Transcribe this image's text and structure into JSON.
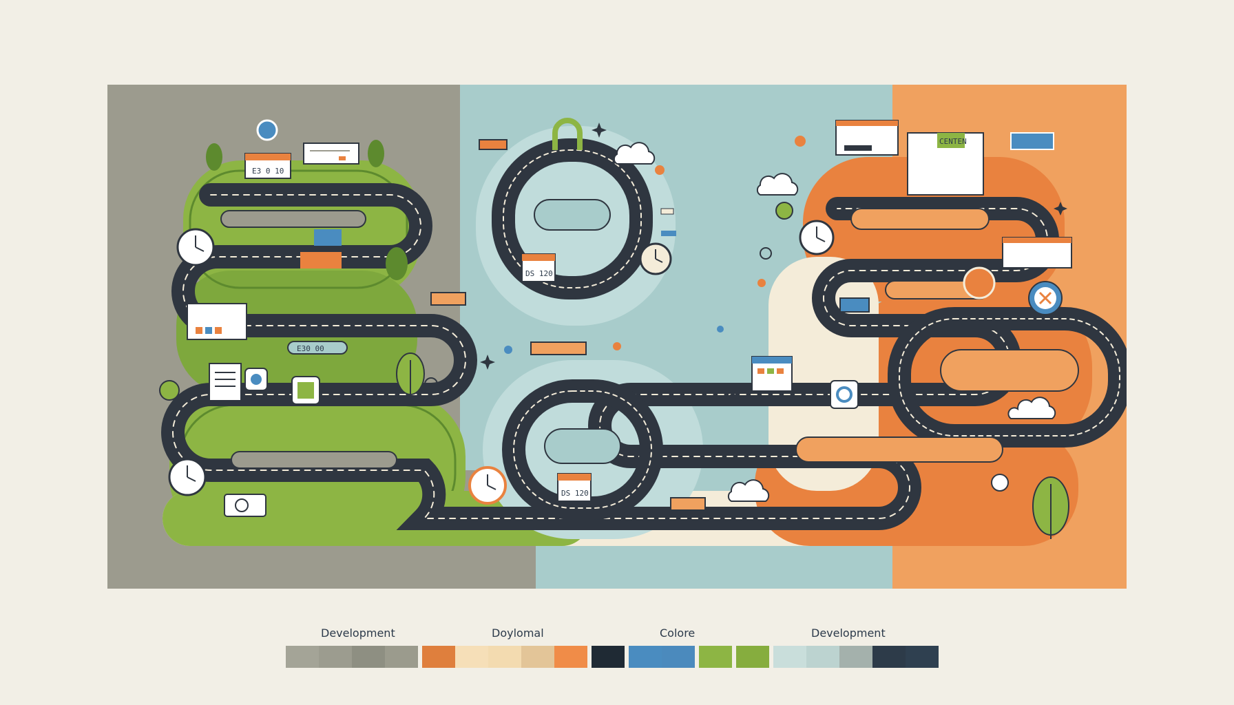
{
  "colors": {
    "panel_gray": "#9c9b8e",
    "panel_teal": "#a8cccb",
    "panel_orange": "#f0a15f",
    "green": "#8db544",
    "dark_green": "#5d8a2e",
    "road": "#2f3640",
    "orange": "#e9823f",
    "blue": "#4a8cc0",
    "cream": "#f4ecd9"
  },
  "diagram": {
    "tags": {
      "left_top": "E3 0 10",
      "left_mid": "E30 00",
      "center_cal": "DS 120",
      "bottom_cal": "DS 120",
      "orange_cal": "CENTEN"
    },
    "icons": [
      "clock-icon",
      "calendar-icon",
      "cloud-icon",
      "leaf-icon",
      "sparkle-icon",
      "compass-icon",
      "location-pin-icon",
      "document-icon",
      "camera-icon",
      "lock-icon"
    ]
  },
  "legend": {
    "labels": [
      "Development",
      "Doylomal",
      "Colore",
      "Development"
    ],
    "swatches": [
      "#a4a497",
      "#9c9c8f",
      "#8e8f82",
      "#9b9b8d",
      "#df7f3d",
      "#f6dfb8",
      "#f3dbb0",
      "#e3c598",
      "#f08c48",
      "#1f2a34",
      "#4a8cc0",
      "#4b8abd",
      "#8db544",
      "#86ad3e",
      "#c9dedb",
      "#bcd3d0",
      "#a4b1ac",
      "#2d3b49",
      "#2f4050"
    ]
  }
}
